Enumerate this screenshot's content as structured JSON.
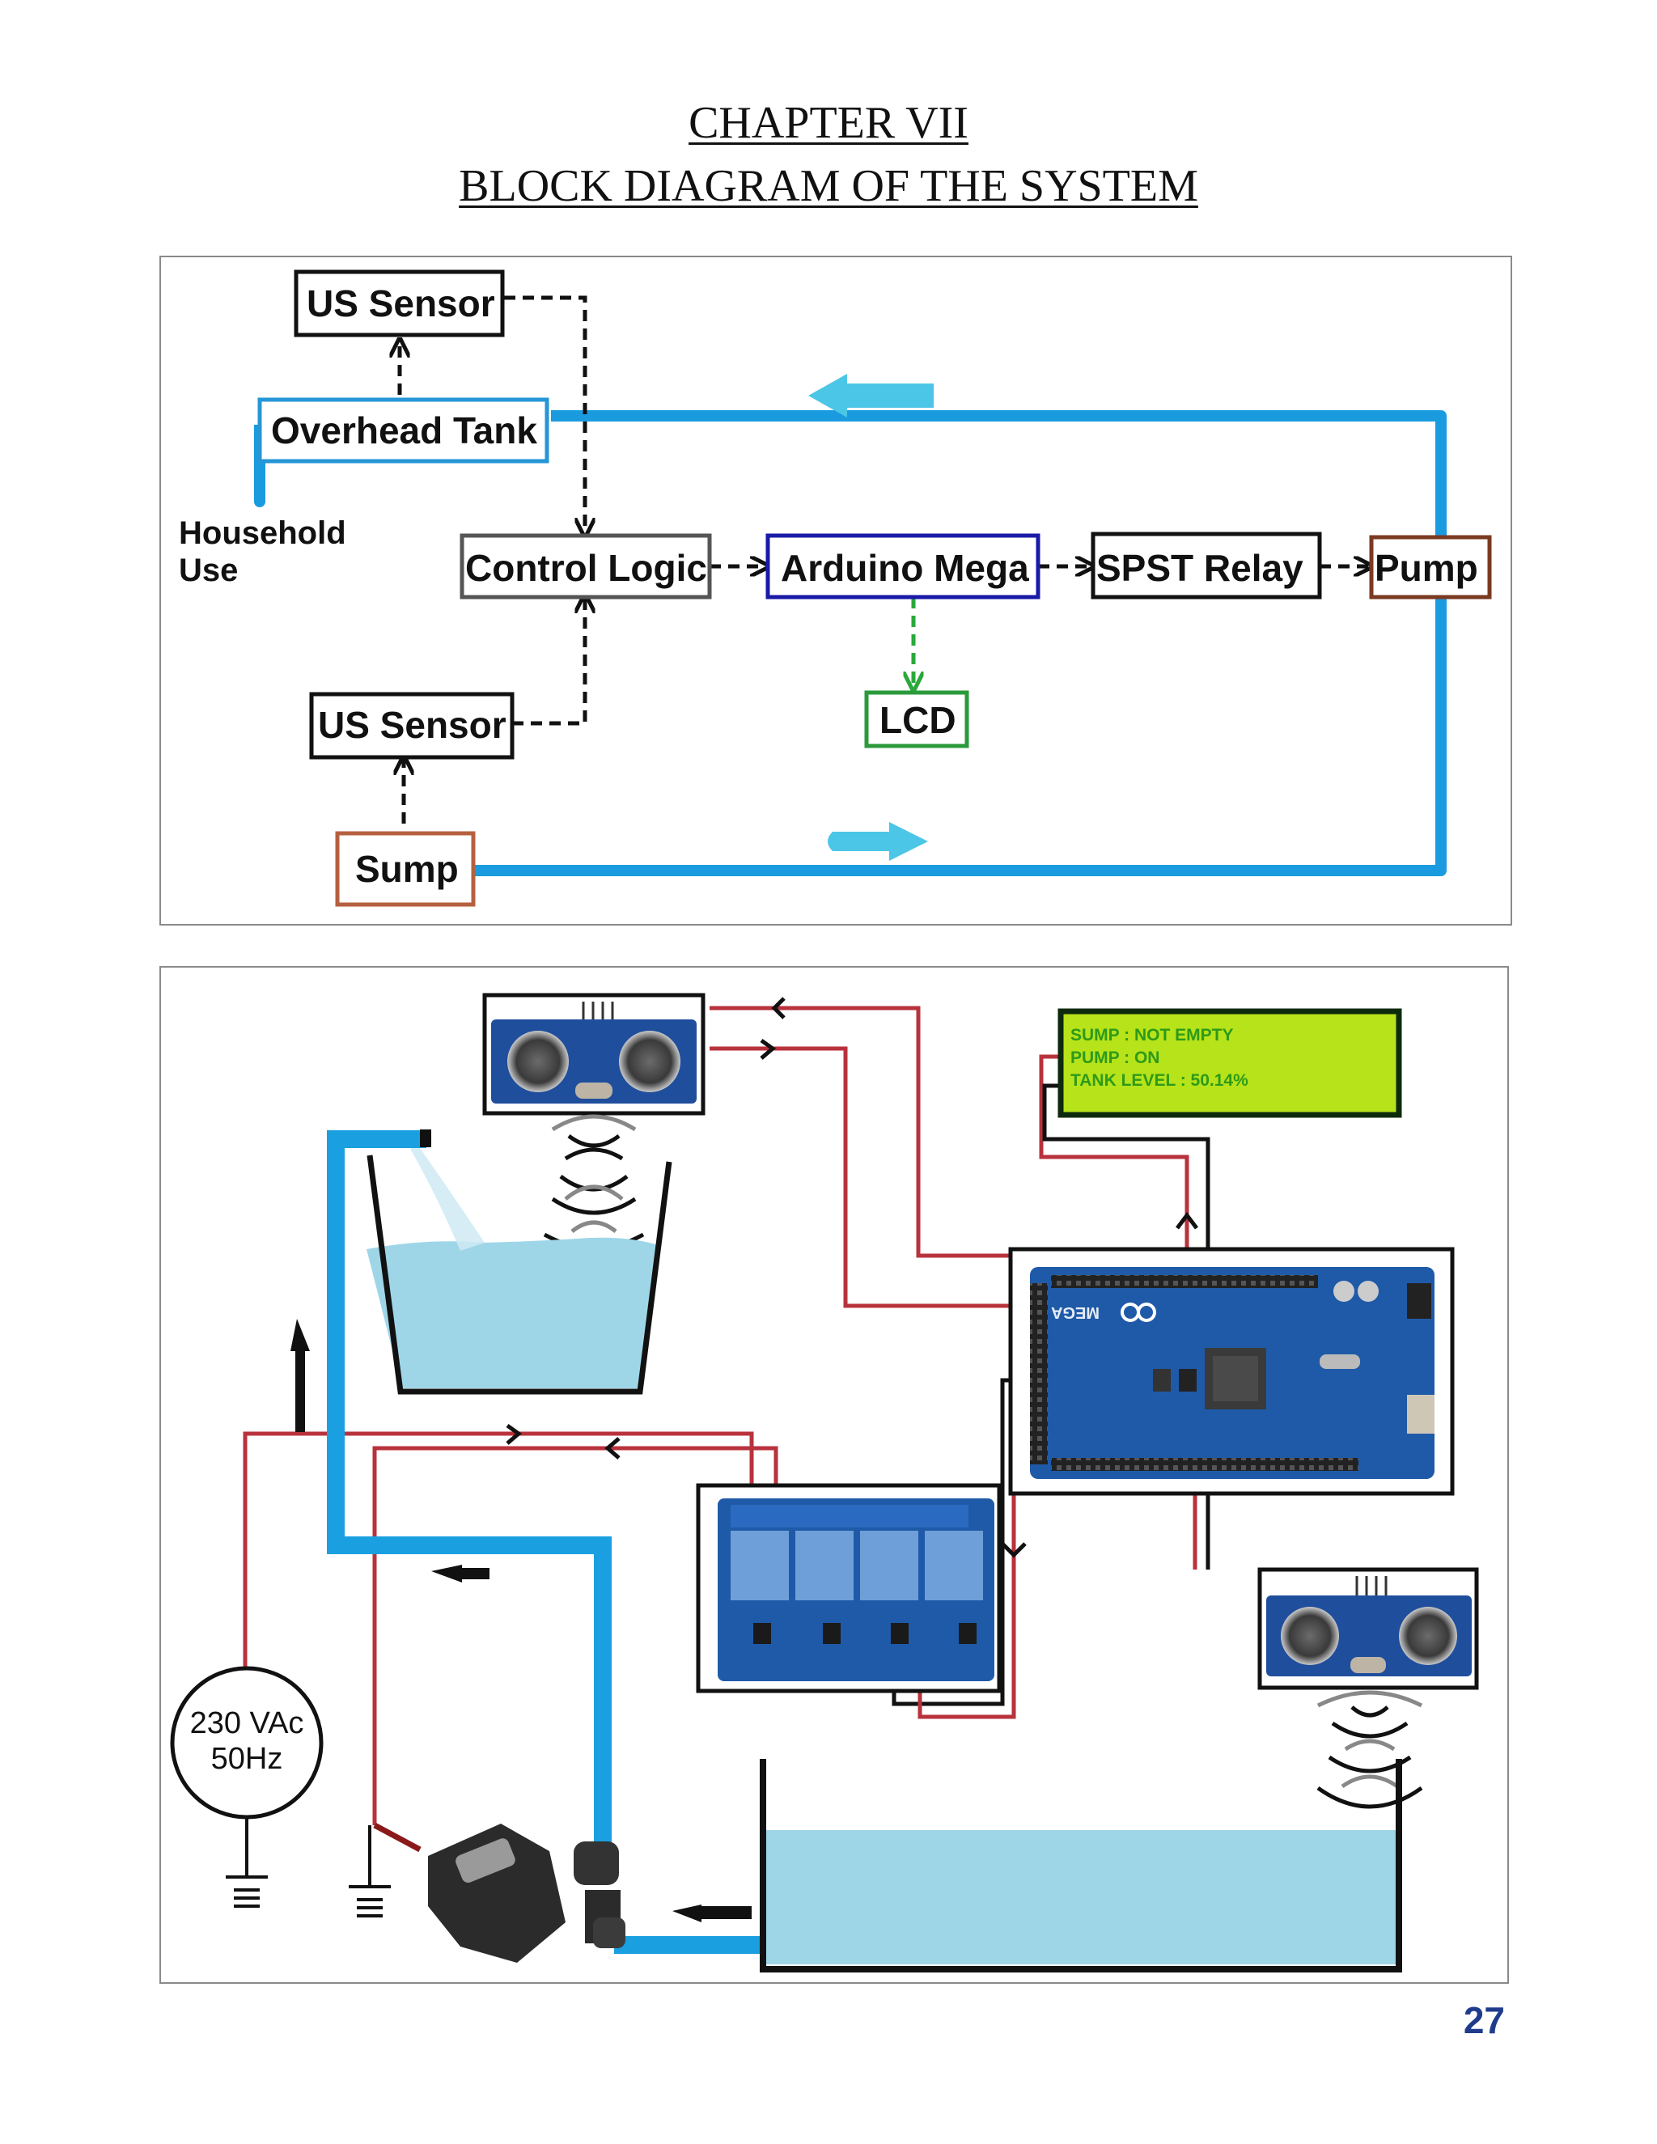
{
  "heading": {
    "chapter": "CHAPTER VII",
    "title": "BLOCK DIAGRAM OF THE SYSTEM"
  },
  "block_diagram": {
    "blocks": {
      "us_sensor_top": "US Sensor",
      "overhead_tank": "Overhead Tank",
      "household_use_line1": "Household",
      "household_use_line2": "Use",
      "control_logic": "Control Logic",
      "arduino_mega": "Arduino Mega",
      "spst_relay": "SPST Relay",
      "pump": "Pump",
      "lcd": "LCD",
      "us_sensor_bottom": "US Sensor",
      "sump": "Sump"
    },
    "colors": {
      "pipe": "#1a9be0",
      "flow_arrow": "#4cc6e6",
      "overhead_tank_border": "#2596d6",
      "arduino_border": "#1a1aa8",
      "lcd_border": "#2a9a3a",
      "lcd_link": "#2aa83a",
      "pump_border": "#7a3a22",
      "sump_border": "#b5603f",
      "control_border": "#555555"
    }
  },
  "circuit_diagram": {
    "lcd_display": {
      "line1": "SUMP : NOT EMPTY",
      "line2": "PUMP : ON",
      "line3": "TANK LEVEL : 50.14%"
    },
    "power_source": {
      "line1": "230 VAc",
      "line2": "50Hz"
    },
    "components": [
      "ultrasonic-sensor-top",
      "overhead-tank",
      "arduino-mega-board",
      "4-relay-module",
      "ultrasonic-sensor-bottom",
      "sump-tank",
      "water-pump",
      "ac-source",
      "ground-symbols"
    ],
    "colors": {
      "lcd_bg": "#b6e31a",
      "lcd_text": "#2e9a18",
      "water": "#9ed6e8",
      "pipe": "#1aa0e0",
      "wire_red": "#b8323c",
      "board_blue": "#1f4e9c"
    }
  },
  "footer": {
    "page_number": "27"
  }
}
